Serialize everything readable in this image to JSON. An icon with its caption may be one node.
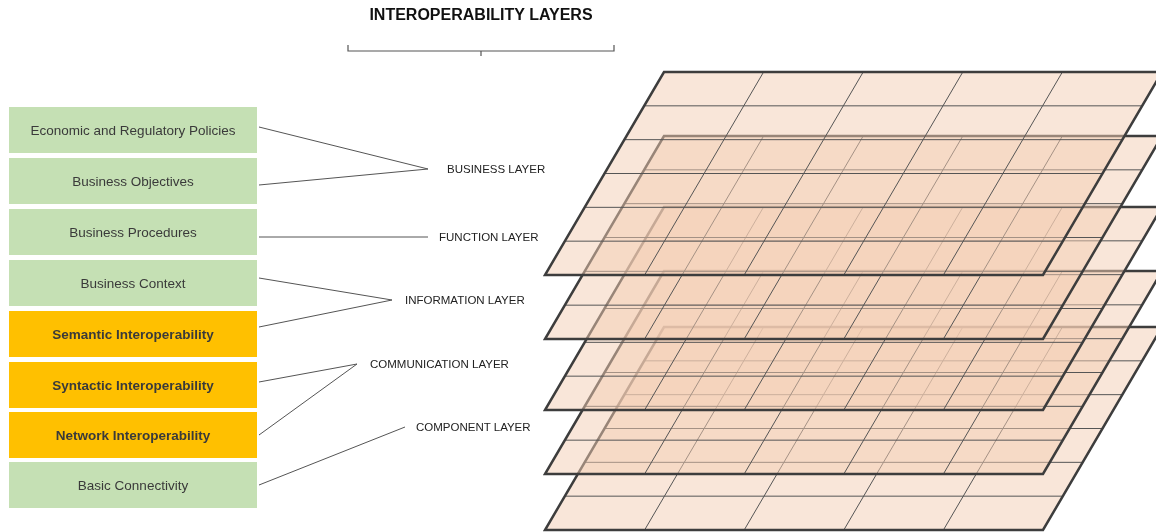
{
  "diagram": {
    "title": "INTEROPERABILITY LAYERS",
    "nodes": [
      {
        "text": [
          "Economic and Regulatory Policies"
        ]
      },
      {
        "text": [
          "Business Objectives"
        ]
      },
      {
        "text": [
          "Business Procedures"
        ]
      },
      {
        "text": [
          "Business Context"
        ]
      },
      {
        "text": [
          "Semantic Interoperability"
        ]
      },
      {
        "text": [
          "Syntactic Interoperability"
        ]
      },
      {
        "text": [
          "Network Interoperability"
        ]
      },
      {
        "text": [
          "Basic Connectivity"
        ]
      },
      {
        "text": [
          "BUSINESS LAYER"
        ]
      },
      {
        "text": [
          "FUNCTION LAYER"
        ]
      },
      {
        "text": [
          "INFORMATION LAYER"
        ]
      },
      {
        "text": [
          "COMMUNICATION LAYER"
        ]
      },
      {
        "text": [
          "COMPONENT LAYER"
        ]
      }
    ],
    "edges": [
      {
        "from": 0,
        "to": 8,
        "arrow": "none"
      },
      {
        "from": 1,
        "to": 8,
        "arrow": "none"
      },
      {
        "from": 2,
        "to": 9,
        "arrow": "none"
      },
      {
        "from": 3,
        "to": 10,
        "arrow": "none"
      },
      {
        "from": 4,
        "to": 10,
        "arrow": "none"
      },
      {
        "from": 5,
        "to": 11,
        "arrow": "none"
      },
      {
        "from": 6,
        "to": 11,
        "arrow": "none"
      },
      {
        "from": 7,
        "to": 12,
        "arrow": "none"
      }
    ]
  }
}
